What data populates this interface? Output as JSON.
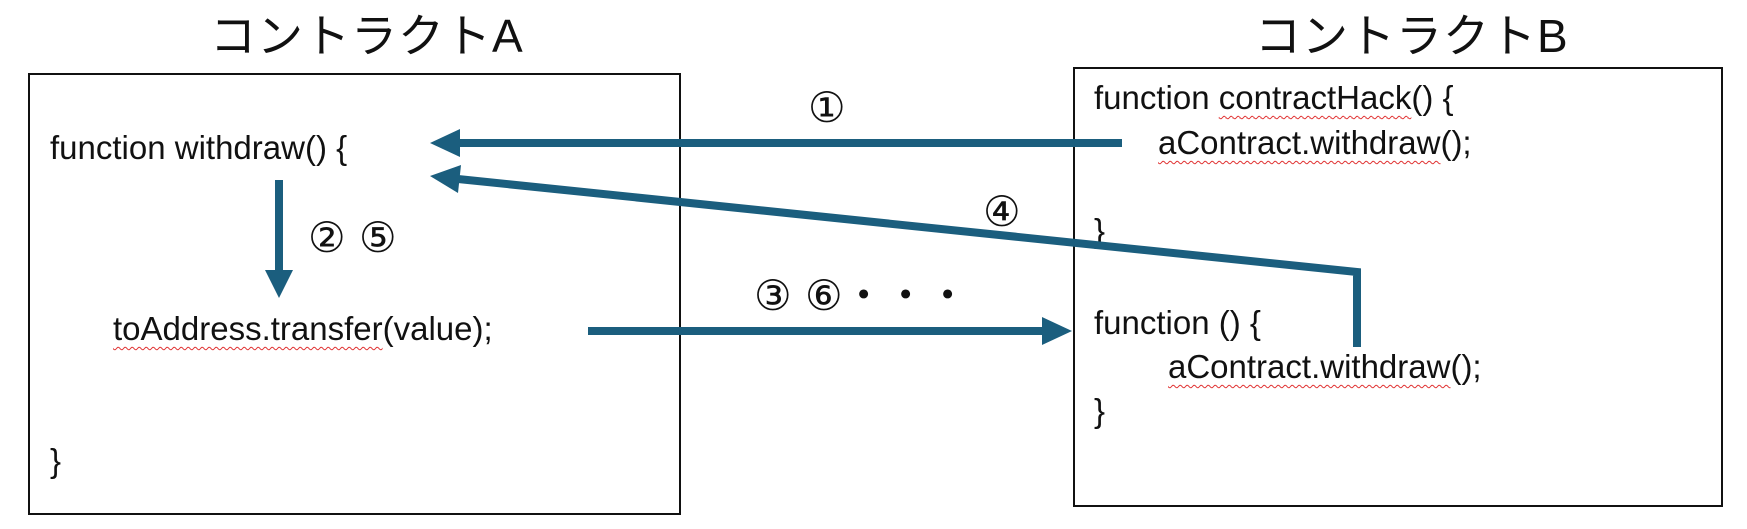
{
  "contract_a": {
    "title": "コントラクトA",
    "line_withdraw": "function withdraw() {",
    "transfer_obj": "toAddress.transfer",
    "transfer_args": "(value);",
    "close_brace": "}"
  },
  "contract_b": {
    "title": "コントラクトB",
    "fn_keyword": "function ",
    "fn_name": "contractHack",
    "fn_tail": "() {",
    "call1_obj": "aContract.withdraw",
    "call1_tail": "();",
    "close_brace1": "}",
    "fn2": "function () {",
    "call2_obj": "aContract.withdraw",
    "call2_tail": "();",
    "close_brace2": "}"
  },
  "step_labels": {
    "s1": "①",
    "s2_5": "②  ⑤",
    "s3_6": "③  ⑥・・・",
    "s4": "④"
  },
  "colors": {
    "arrow": "#1b5e7e",
    "squiggle": "#e03030",
    "border": "#111111"
  }
}
